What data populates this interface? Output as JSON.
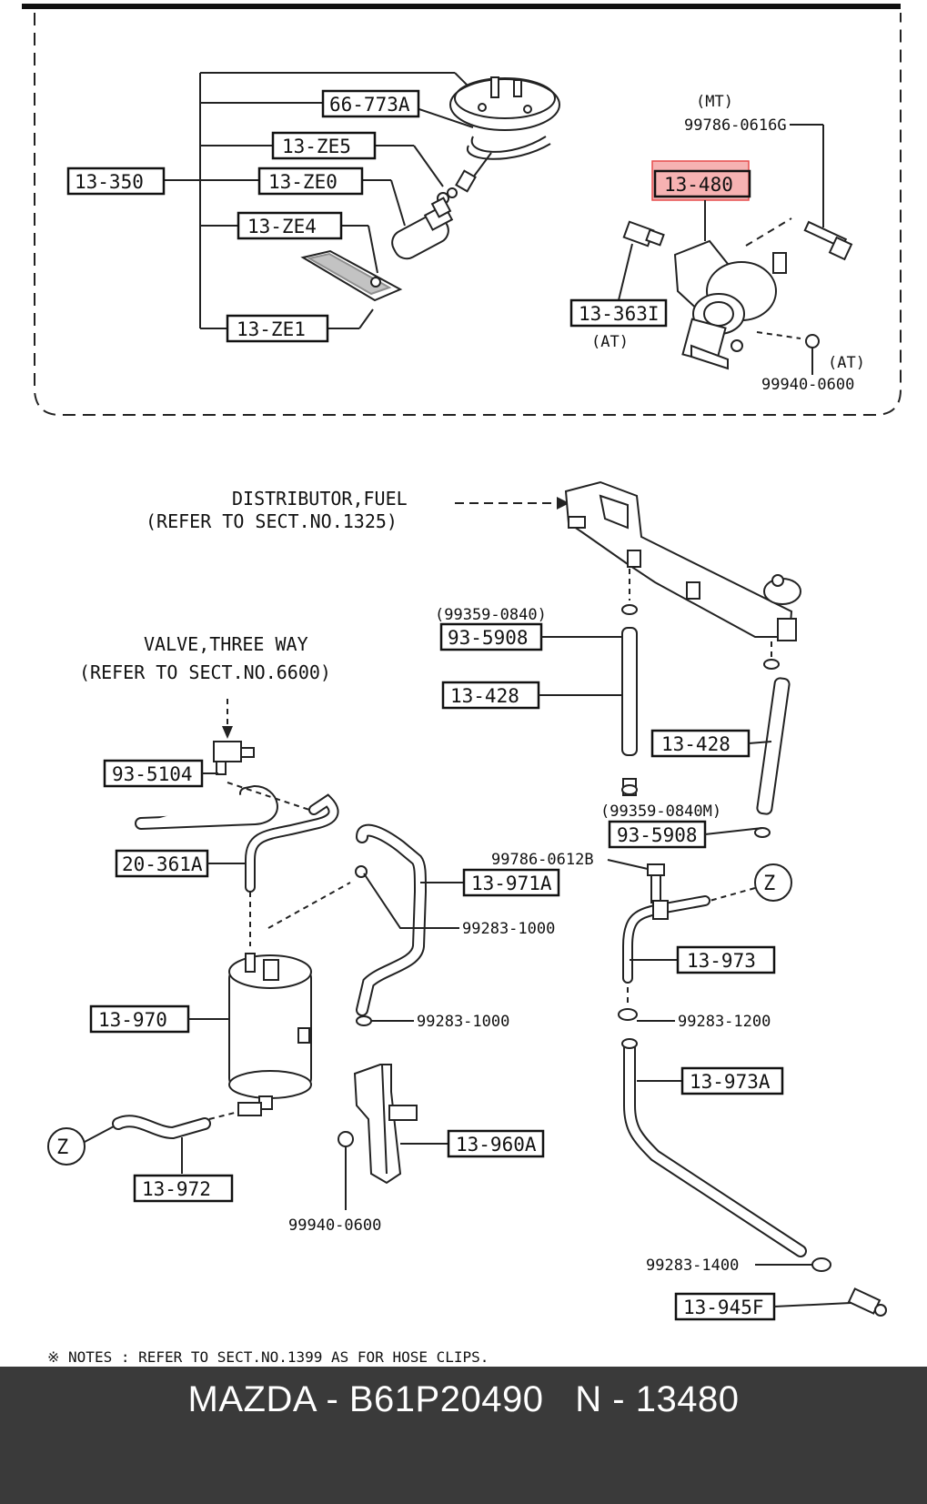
{
  "upper_group": {
    "assembly": "13-350",
    "parts": [
      "66-773A",
      "13-ZE5",
      "13-ZE0",
      "13-ZE4",
      "13-ZE1"
    ],
    "mt_label": "(MT)",
    "mt_bolt": "99786-0616G",
    "highlighted": "13-480",
    "at_part": "13-363I",
    "at_label_left": "(AT)",
    "at_label_right": "(AT)",
    "at_nut": "99940-0600"
  },
  "lower_group": {
    "distributor": [
      "DISTRIBUTOR,FUEL",
      "(REFER TO SECT.NO.1325)"
    ],
    "valve": [
      "VALVE,THREE WAY",
      "(REFER TO SECT.NO.6600)"
    ],
    "left": {
      "clip_code_top": "(99359-0840)",
      "clip_top": "93-5908",
      "hose": "13-428",
      "hose_vent": "93-5104",
      "pipe": "20-361A",
      "canister": "13-970",
      "hose_lower": "13-972",
      "z_mark": "Z"
    },
    "middle": {
      "hose": "13-971A",
      "clip_a": "99283-1000",
      "clip_b": "99283-1000",
      "bracket": "13-960A",
      "nut": "99940-0600"
    },
    "right": {
      "hose": "13-428",
      "clip_code": "(99359-0840M)",
      "clip": "93-5908",
      "bolt": "99786-0612B",
      "z_mark": "Z",
      "pipe": "13-973",
      "clip_1200": "99283-1200",
      "pipe_long": "13-973A",
      "clip_1400": "99283-1400",
      "fitting": "13-945F"
    }
  },
  "note": "※ NOTES : REFER TO SECT.NO.1399 AS FOR HOSE CLIPS.",
  "footer": "MAZDA - B61P20490   N - 13480"
}
